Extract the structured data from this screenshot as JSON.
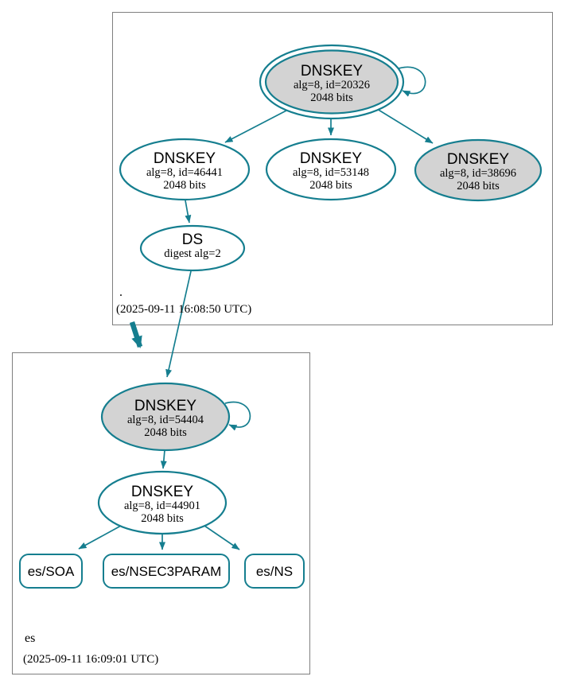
{
  "colors": {
    "teal": "#157e8f",
    "ksk_fill": "#d3d3d3",
    "node_fill": "#ffffff",
    "box_border": "#7f7f7f"
  },
  "zones": {
    "root": {
      "label": ".",
      "timestamp": "(2025-09-11 16:08:50 UTC)",
      "nodes": {
        "ksk20326": {
          "title": "DNSKEY",
          "line2": "alg=8, id=20326",
          "line3": "2048 bits"
        },
        "zsk46441": {
          "title": "DNSKEY",
          "line2": "alg=8, id=46441",
          "line3": "2048 bits"
        },
        "zsk53148": {
          "title": "DNSKEY",
          "line2": "alg=8, id=53148",
          "line3": "2048 bits"
        },
        "ksk38696": {
          "title": "DNSKEY",
          "line2": "alg=8, id=38696",
          "line3": "2048 bits"
        },
        "ds": {
          "title": "DS",
          "line2": "digest alg=2"
        }
      }
    },
    "es": {
      "label": "es",
      "timestamp": "(2025-09-11 16:09:01 UTC)",
      "nodes": {
        "ksk54404": {
          "title": "DNSKEY",
          "line2": "alg=8, id=54404",
          "line3": "2048 bits"
        },
        "zsk44901": {
          "title": "DNSKEY",
          "line2": "alg=8, id=44901",
          "line3": "2048 bits"
        },
        "soa": {
          "label": "es/SOA"
        },
        "nsec3param": {
          "label": "es/NSEC3PARAM"
        },
        "ns": {
          "label": "es/NS"
        }
      }
    }
  }
}
